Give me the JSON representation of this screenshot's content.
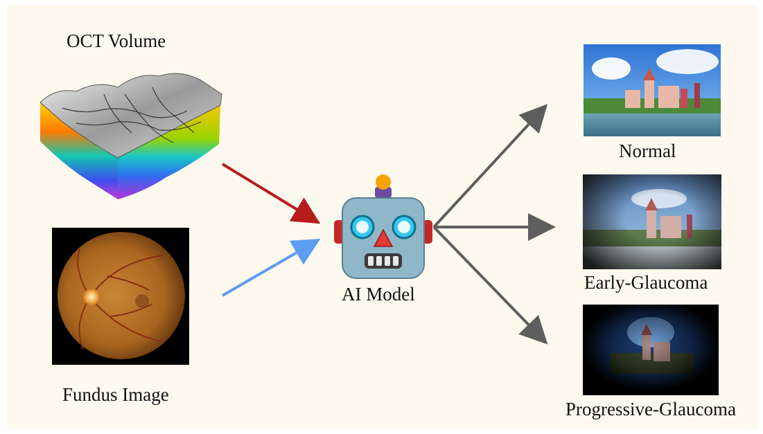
{
  "inputs": {
    "oct_label": "OCT Volume",
    "fundus_label": "Fundus Image"
  },
  "model": {
    "label": "AI Model"
  },
  "outputs": [
    {
      "label": "Normal"
    },
    {
      "label": "Early-Glaucoma"
    },
    {
      "label": "Progressive-Glaucoma"
    }
  ],
  "colors": {
    "background": "#fdf9ee",
    "oct_arrow": "#b71c1c",
    "fundus_arrow": "#5b9df0",
    "output_arrow": "#5e5e5e",
    "robot_face": "#8fb7c8"
  }
}
